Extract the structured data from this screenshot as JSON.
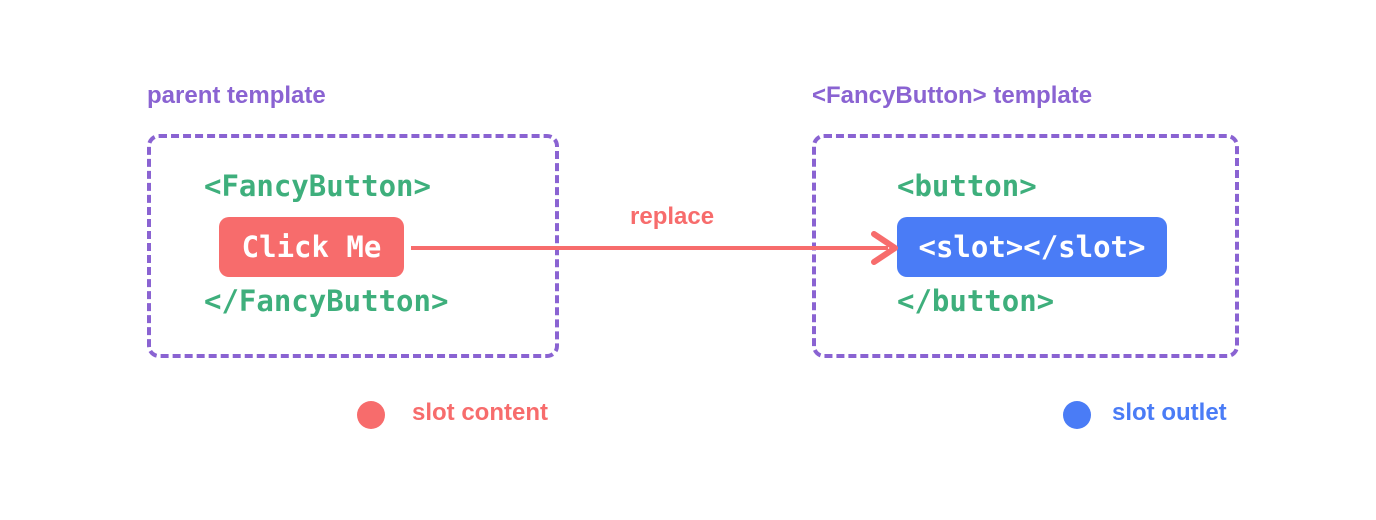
{
  "colors": {
    "background": "#ffffff",
    "purple": "#8a63d2",
    "green": "#3eaf7c",
    "red": "#f76c6c",
    "blue": "#4a7cf6",
    "white_text": "#ffffff"
  },
  "parent_panel": {
    "label": "parent template",
    "code_open": "<FancyButton>",
    "button_text": "Click Me",
    "code_close": "</FancyButton>"
  },
  "arrow": {
    "label": "replace"
  },
  "template_panel": {
    "label": "<FancyButton> template",
    "code_open": "<button>",
    "slot_text": "<slot></slot>",
    "code_close": "</button>"
  },
  "legend": [
    {
      "label": "slot content",
      "color": "#f76c6c"
    },
    {
      "label": "slot outlet",
      "color": "#4a7cf6"
    }
  ]
}
